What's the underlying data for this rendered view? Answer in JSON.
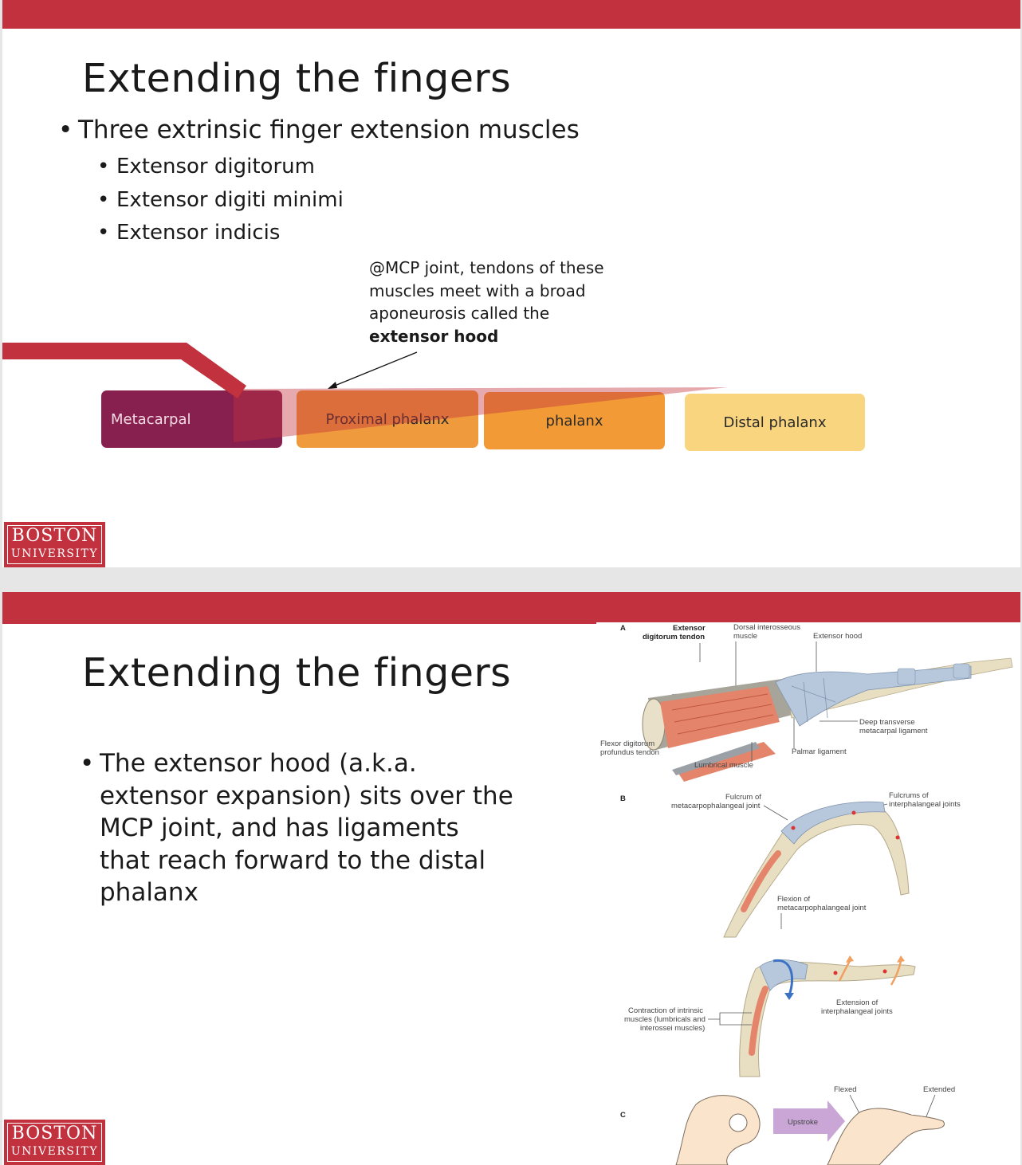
{
  "slide1": {
    "title": "Extending the fingers",
    "bullet": "Three extrinsic finger extension muscles",
    "sub_bullets": [
      "Extensor digitorum",
      "Extensor digiti minimi",
      "Extensor indicis"
    ],
    "callout": {
      "line1": "@MCP joint, tendons of these",
      "line2": "muscles meet with a broad",
      "line3": "aponeurosis called the",
      "bold": "extensor hood"
    },
    "bones": {
      "metacarpal": "Metacarpal",
      "proximal": "Proximal phalanx",
      "middle": "phalanx",
      "distal": "Distal phalanx"
    },
    "colors": {
      "metacarpal": "#87204e",
      "proximal": "#ef9a3c",
      "middle": "#f19a36",
      "distal": "#fad580",
      "tendon": "#c1313e"
    }
  },
  "slide2": {
    "title": "Extending the fingers",
    "bullet": "The extensor hood (a.k.a. extensor expansion) sits over the MCP joint, and has ligaments that reach forward to the distal phalanx",
    "figure": {
      "panel_a": "A",
      "panel_b": "B",
      "panel_c": "C",
      "extensor_digitorum_1": "Extensor",
      "extensor_digitorum_2": "digitorum tendon",
      "dorsal_interosseous_1": "Dorsal interosseous",
      "dorsal_interosseous_2": "muscle",
      "extensor_hood": "Extensor hood",
      "deep_transverse_1": "Deep transverse",
      "deep_transverse_2": "metacarpal ligament",
      "flexor_1": "Flexor digitorum",
      "flexor_2": "profundus tendon",
      "palmar": "Palmar ligament",
      "lumbrical": "Lumbrical muscle",
      "fulcrum_mcp_1": "Fulcrum of",
      "fulcrum_mcp_2": "metacarpophalangeal joint",
      "fulcrums_ip_1": "Fulcrums of",
      "fulcrums_ip_2": "interphalangeal joints",
      "flexion_mcp_1": "Flexion of",
      "flexion_mcp_2": "metacarpophalangeal joint",
      "extension_ip_1": "Extension of",
      "extension_ip_2": "interphalangeal joints",
      "contraction_1": "Contraction of intrinsic",
      "contraction_2": "muscles (lumbricals and",
      "contraction_3": "interossei muscles)",
      "flexed": "Flexed",
      "extended": "Extended",
      "upstroke": "Upstroke"
    }
  },
  "logo": {
    "top": "BOSTON",
    "bottom": "UNIVERSITY"
  }
}
